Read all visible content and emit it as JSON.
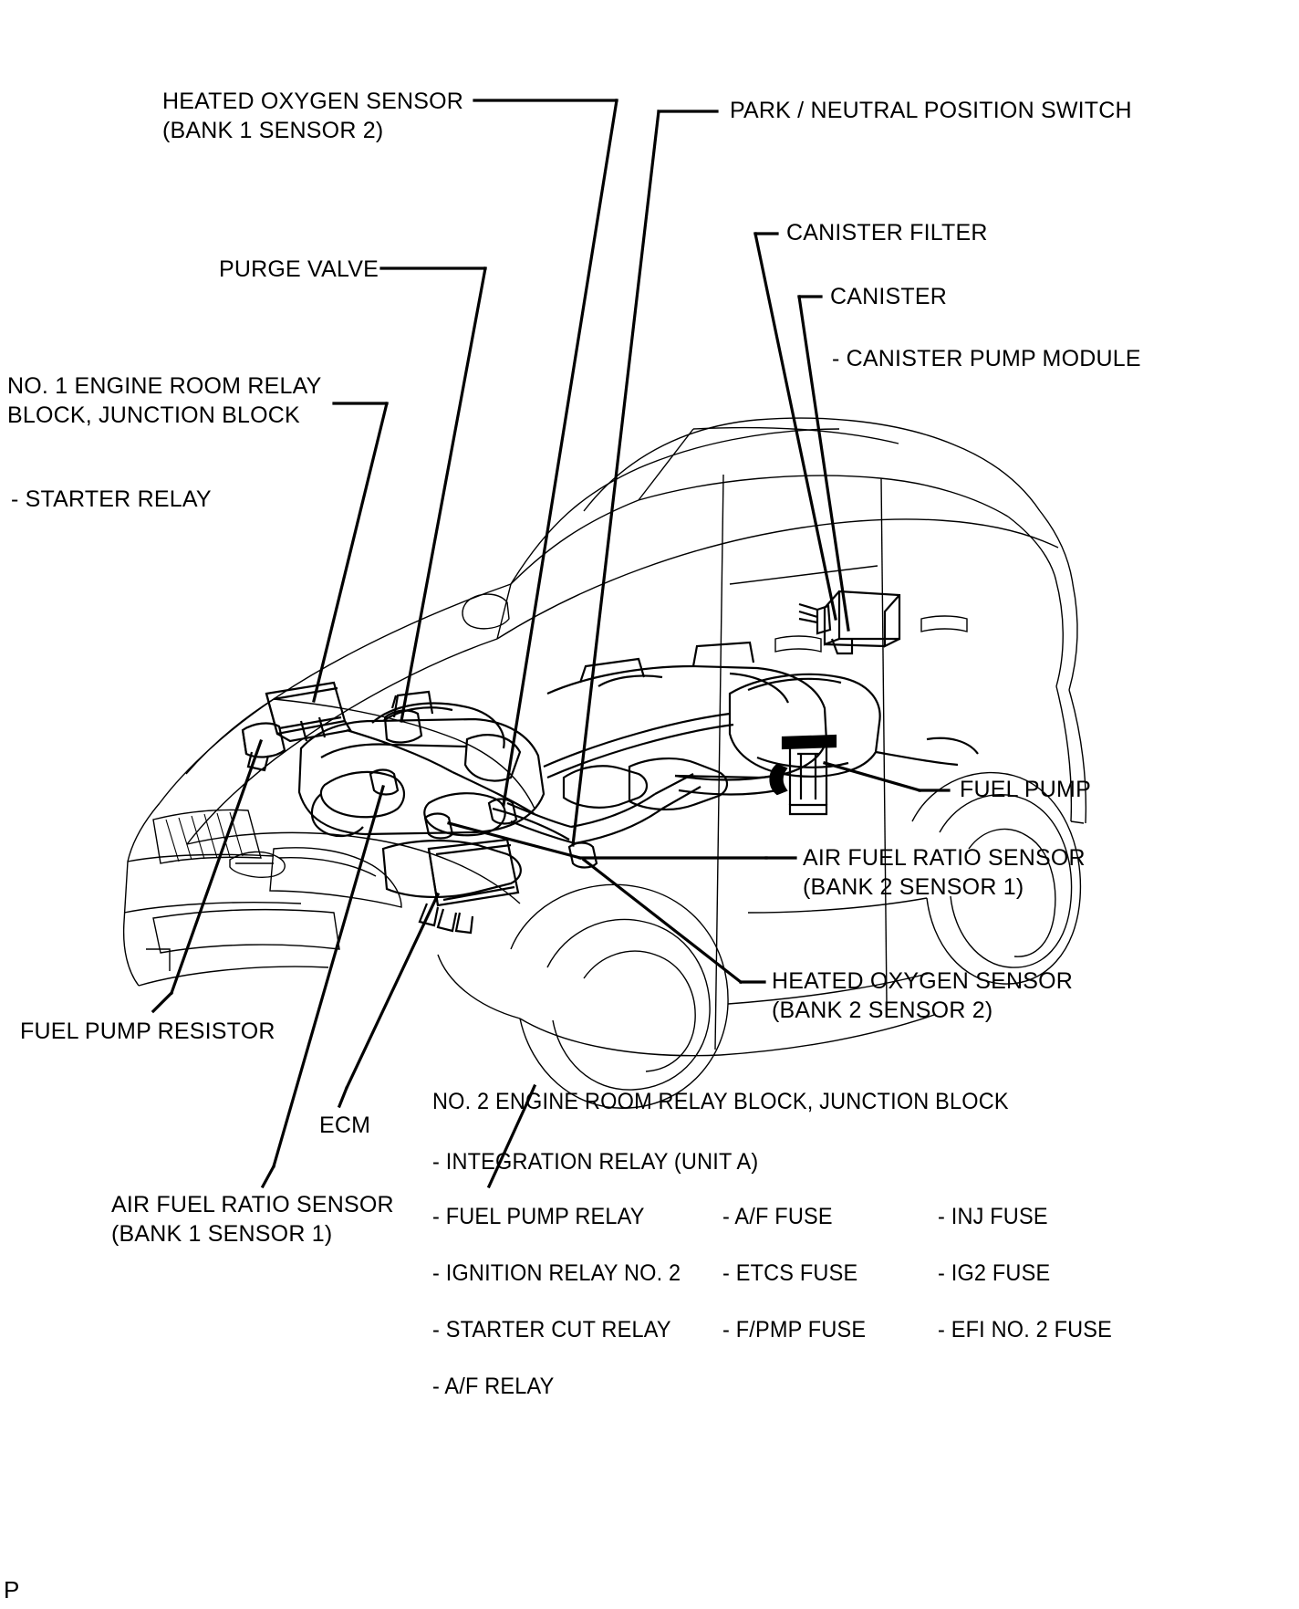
{
  "diagram": {
    "title": "Engine / Fuel System Component Location Diagram",
    "page_mark": "P",
    "labels": {
      "heated_oxygen_sensor_b1s2_line1": "HEATED OXYGEN SENSOR",
      "heated_oxygen_sensor_b1s2_line2": "(BANK 1 SENSOR 2)",
      "park_neutral_position_switch": "PARK / NEUTRAL POSITION SWITCH",
      "canister_filter": "CANISTER FILTER",
      "canister": "CANISTER",
      "canister_pump_module": "- CANISTER PUMP MODULE",
      "purge_valve": "PURGE VALVE",
      "no1_engine_room_relay_block_line1": "NO. 1 ENGINE ROOM RELAY",
      "no1_engine_room_relay_block_line2": "BLOCK, JUNCTION BLOCK",
      "starter_relay": "- STARTER RELAY",
      "fuel_pump": "FUEL PUMP",
      "air_fuel_ratio_sensor_b2s1_line1": "AIR FUEL RATIO SENSOR",
      "air_fuel_ratio_sensor_b2s1_line2": "(BANK 2 SENSOR 1)",
      "heated_oxygen_sensor_b2s2_line1": "HEATED OXYGEN SENSOR",
      "heated_oxygen_sensor_b2s2_line2": "(BANK 2 SENSOR 2)",
      "fuel_pump_resistor": "FUEL PUMP RESISTOR",
      "ecm": "ECM",
      "air_fuel_ratio_sensor_b1s1_line1": "AIR FUEL RATIO SENSOR",
      "air_fuel_ratio_sensor_b1s1_line2": "(BANK 1 SENSOR 1)",
      "no2_engine_room_relay_block": "NO. 2 ENGINE ROOM RELAY BLOCK, JUNCTION BLOCK",
      "integration_relay_unit_a": "- INTEGRATION RELAY (UNIT A)"
    },
    "relay_fuse_table": {
      "col1": [
        "- FUEL PUMP RELAY",
        "- IGNITION RELAY NO. 2",
        "- STARTER CUT RELAY",
        "- A/F RELAY"
      ],
      "col2": [
        "- A/F FUSE",
        "- ETCS FUSE",
        "- F/PMP FUSE"
      ],
      "col3": [
        "- INJ FUSE",
        "- IG2 FUSE",
        "- EFI NO. 2 FUSE"
      ]
    },
    "colors": {
      "ink": "#000000",
      "background": "#ffffff"
    }
  }
}
